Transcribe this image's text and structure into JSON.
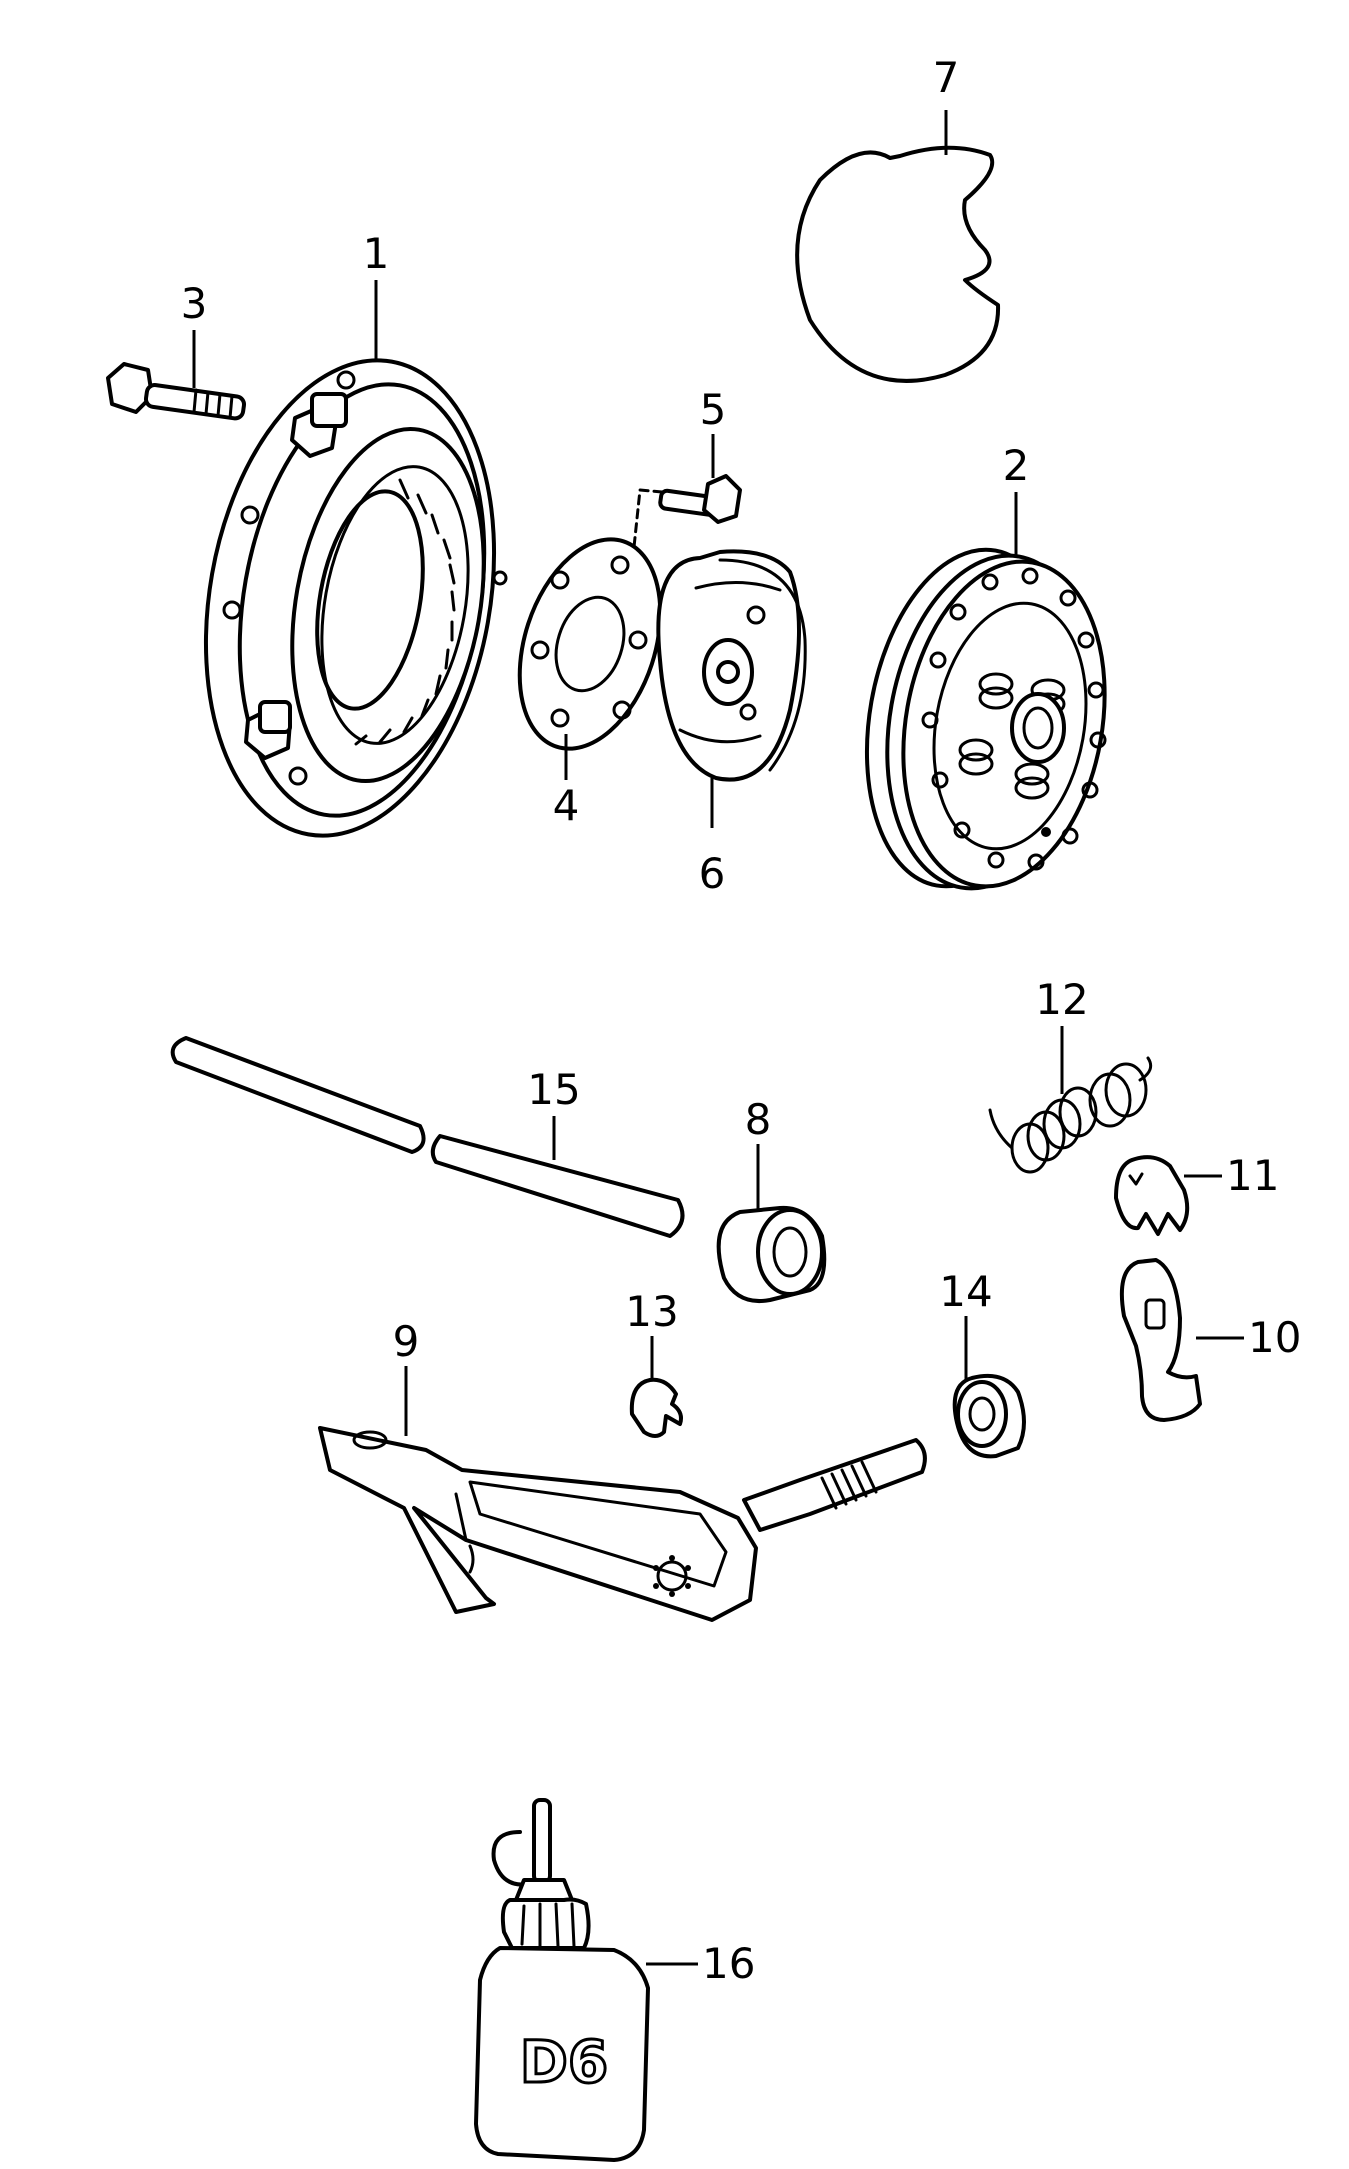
{
  "callouts": {
    "c1": "1",
    "c2": "2",
    "c3": "3",
    "c4": "4",
    "c5": "5",
    "c6": "6",
    "c7": "7",
    "c8": "8",
    "c9": "9",
    "c10": "10",
    "c11": "11",
    "c12": "12",
    "c13": "13",
    "c14": "14",
    "c15": "15",
    "c16": "16"
  },
  "bottle_label": "D6",
  "colors": {
    "line": "#000000",
    "background": "#ffffff"
  }
}
